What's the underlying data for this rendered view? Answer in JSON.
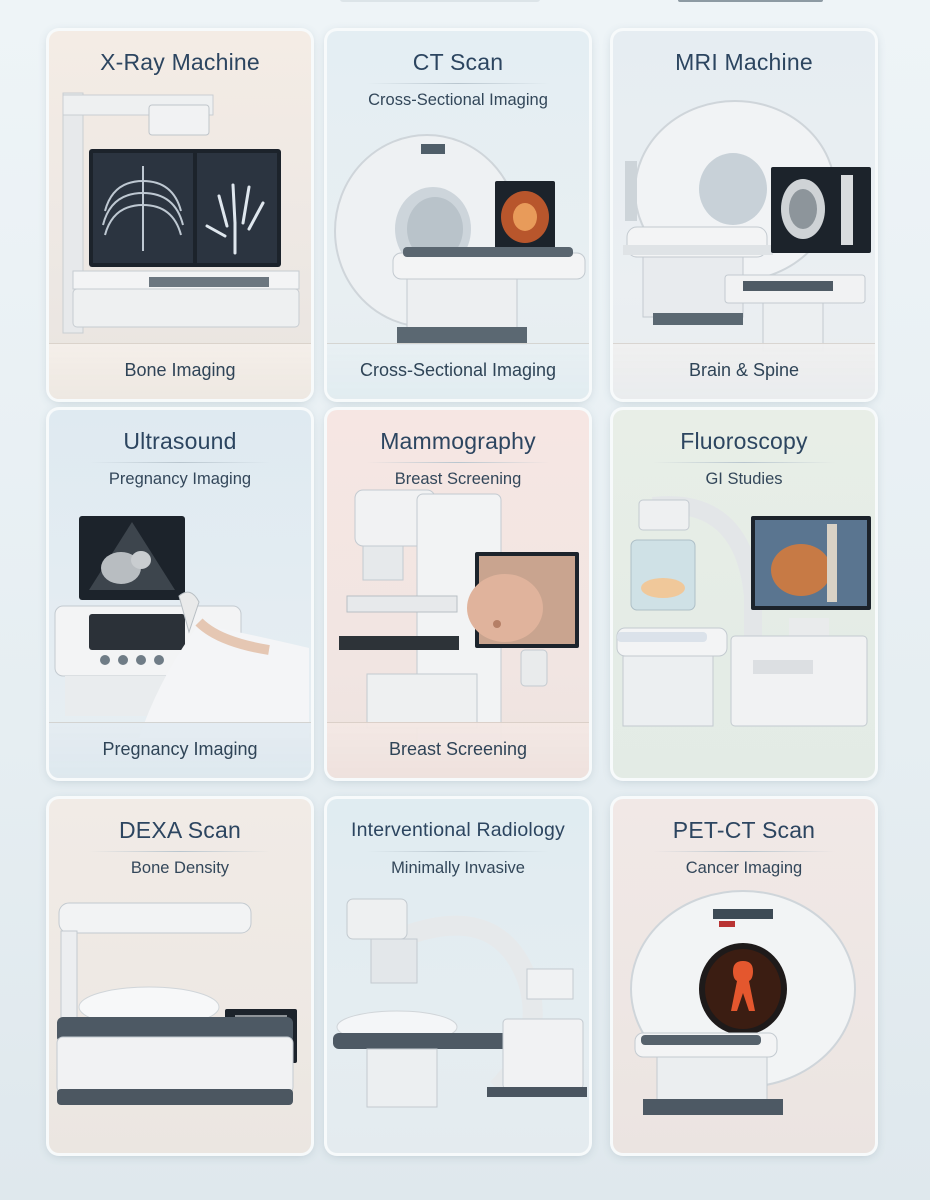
{
  "cards": [
    {
      "title": "X-Ray Machine",
      "subtitle": "",
      "footer": "Bone Imaging",
      "icon": "xray-machine-icon"
    },
    {
      "title": "CT Scan",
      "subtitle": "Cross-Sectional Imaging",
      "footer": "Cross-Sectional Imaging",
      "icon": "ct-scanner-icon"
    },
    {
      "title": "MRI Machine",
      "subtitle": "",
      "footer": "Brain & Spine",
      "icon": "mri-machine-icon"
    },
    {
      "title": "Ultrasound",
      "subtitle": "Pregnancy Imaging",
      "footer": "Pregnancy Imaging",
      "icon": "ultrasound-machine-icon"
    },
    {
      "title": "Mammography",
      "subtitle": "Breast Screening",
      "footer": "Breast Screening",
      "icon": "mammography-machine-icon"
    },
    {
      "title": "Fluoroscopy",
      "subtitle": "GI Studies",
      "footer": "",
      "icon": "fluoroscopy-machine-icon"
    },
    {
      "title": "DEXA Scan",
      "subtitle": "Bone Density",
      "footer": "",
      "icon": "dexa-scanner-icon"
    },
    {
      "title": "Interventional Radiology",
      "subtitle": "Minimally Invasive",
      "footer": "",
      "icon": "c-arm-icon"
    },
    {
      "title": "PET-CT Scan",
      "subtitle": "Cancer Imaging",
      "footer": "",
      "icon": "pet-ct-scanner-icon"
    }
  ],
  "colors": {
    "title": "#2c4560",
    "warm_bg": "#f3ebe4",
    "cool_bg": "#e3eef3",
    "pink_bg": "#f5e6e4",
    "green_bg": "#e6efe6",
    "screen": "#1c232b"
  }
}
